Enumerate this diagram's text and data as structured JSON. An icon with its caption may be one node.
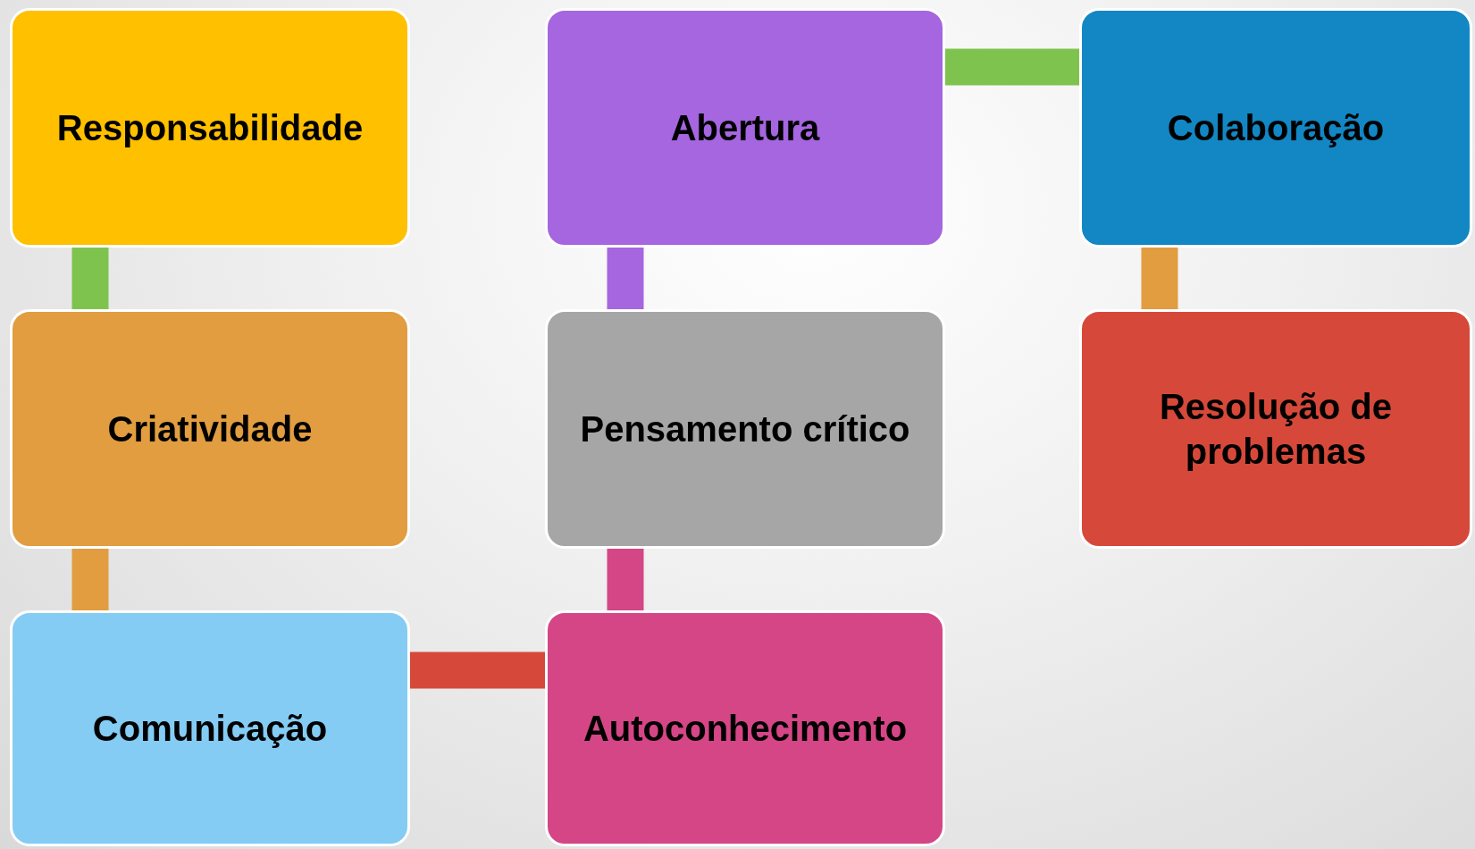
{
  "diagram": {
    "nodes": [
      {
        "text": [
          "Responsabilidade"
        ]
      },
      {
        "text": [
          "Abertura"
        ]
      },
      {
        "text": [
          "Colaboração"
        ]
      },
      {
        "text": [
          "Criatividade"
        ]
      },
      {
        "text": [
          "Pensamento crítico"
        ]
      },
      {
        "text": [
          "Resolução de problemas"
        ]
      },
      {
        "text": [
          "Comunicação"
        ]
      },
      {
        "text": [
          "Autoconhecimento"
        ]
      }
    ],
    "edges": [
      {
        "from": 0,
        "to": 3,
        "arrow": "none",
        "color": "#7fc34f"
      },
      {
        "from": 3,
        "to": 6,
        "arrow": "none",
        "color": "#e19d40"
      },
      {
        "from": 6,
        "to": 7,
        "arrow": "none",
        "color": "#d6493a"
      },
      {
        "from": 7,
        "to": 4,
        "arrow": "none",
        "color": "#d44686"
      },
      {
        "from": 4,
        "to": 1,
        "arrow": "none",
        "color": "#a566e0"
      },
      {
        "from": 1,
        "to": 2,
        "arrow": "none",
        "color": "#7fc34f"
      },
      {
        "from": 2,
        "to": 5,
        "arrow": "none",
        "color": "#e19d40"
      }
    ]
  }
}
